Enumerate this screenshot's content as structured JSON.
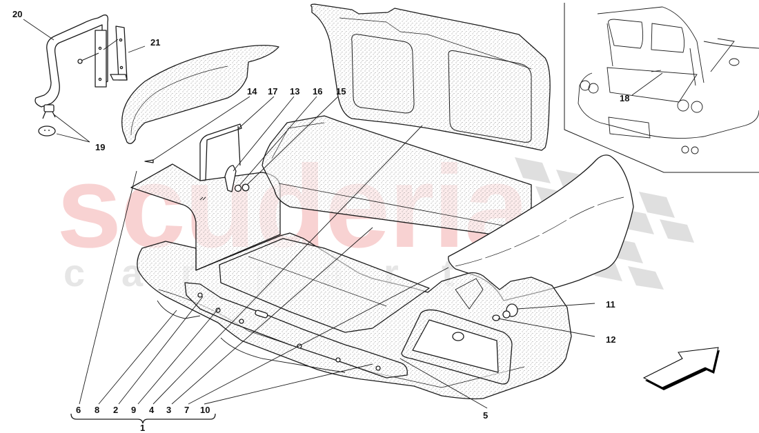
{
  "diagram": {
    "subject": "Luggage compartment trim / boot lining - exploded parts diagram",
    "watermark": {
      "main_text": "scuderia",
      "sub_letters": [
        "c",
        "a",
        "r",
        "p",
        "a",
        "r",
        "t",
        "s"
      ],
      "main_color": "#f8d2d2",
      "sub_color": "#e6e6e6",
      "checker_color": "#dcdcdc"
    },
    "line_color": "#1a1a1a",
    "texture_color": "#8a8a8a",
    "callouts": [
      {
        "id": "c20",
        "label": "20",
        "part": "trunk lid strap handle"
      },
      {
        "id": "c21",
        "label": "21",
        "part": "strap bracket"
      },
      {
        "id": "c19",
        "label": "19",
        "part": "clip and grommet"
      },
      {
        "id": "c14",
        "label": "14",
        "part": "push rivet"
      },
      {
        "id": "c17",
        "label": "17",
        "part": "side panel flap"
      },
      {
        "id": "c13",
        "label": "13",
        "part": "hook bracket"
      },
      {
        "id": "c16",
        "label": "16",
        "part": "washer"
      },
      {
        "id": "c15",
        "label": "15",
        "part": "nut"
      },
      {
        "id": "c18",
        "label": "18",
        "part": "luggage compartment location"
      },
      {
        "id": "c11",
        "label": "11",
        "part": "knob"
      },
      {
        "id": "c12",
        "label": "12",
        "part": "washer"
      },
      {
        "id": "c5",
        "label": "5",
        "part": "rear tray trim"
      },
      {
        "id": "c6",
        "label": "6"
      },
      {
        "id": "c8",
        "label": "8"
      },
      {
        "id": "c2",
        "label": "2"
      },
      {
        "id": "c9",
        "label": "9"
      },
      {
        "id": "c4",
        "label": "4"
      },
      {
        "id": "c3",
        "label": "3"
      },
      {
        "id": "c7",
        "label": "7"
      },
      {
        "id": "c10",
        "label": "10"
      },
      {
        "id": "c1",
        "label": "1",
        "part": "complete luggage compartment lining assembly (group of 6, 8, 2, 9, 4, 3, 7, 10)"
      }
    ],
    "group_bracket": {
      "label": "1",
      "members": [
        "6",
        "8",
        "2",
        "9",
        "4",
        "3",
        "7",
        "10"
      ]
    },
    "direction_arrow": "arrow-up-right-icon"
  }
}
